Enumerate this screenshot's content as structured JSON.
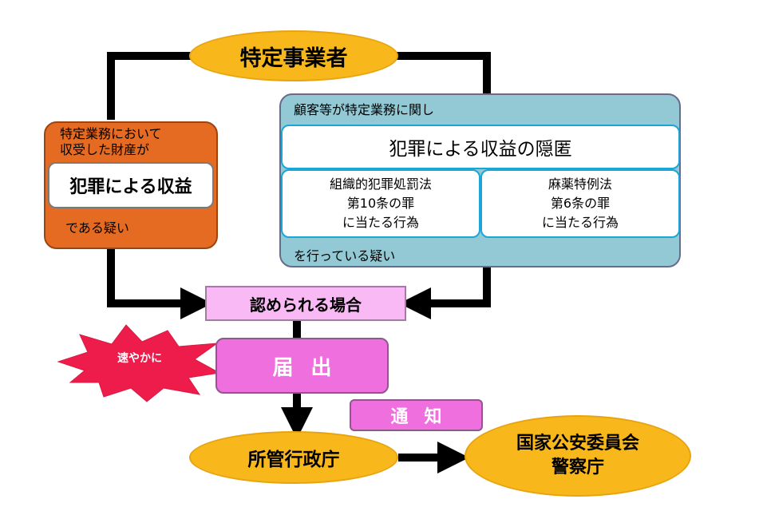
{
  "top_entity": "特定事業者",
  "orange_box": {
    "top_text": [
      "特定業務において",
      "収受した財産が"
    ],
    "inner_text": "犯罪による収益",
    "bottom_text": "である疑い"
  },
  "blue_box": {
    "top_text": "顧客等が特定業務に関し",
    "inner_text": "犯罪による収益の隠匿",
    "left_text": [
      "組織的犯罪処罰法",
      "第10条の罪",
      "に当たる行為"
    ],
    "right_text": [
      "麻薬特例法",
      "第6条の罪",
      "に当たる行為"
    ],
    "bottom_text": "を行っている疑い"
  },
  "approved_text": "認められる場合",
  "burst_text": "速やかに",
  "report_text": "届出",
  "notice_text": "通知",
  "admin_office": "所管行政庁",
  "npsc_lines": [
    "国家公安委員会",
    "警察庁"
  ],
  "colors": {
    "ellipse": "#f8b81c",
    "orange": "#e56a22",
    "blue": "#92c9d5",
    "pink_light": "#f9b9f4",
    "pink": "#f06fdf",
    "burst": "#ee1c4b"
  }
}
